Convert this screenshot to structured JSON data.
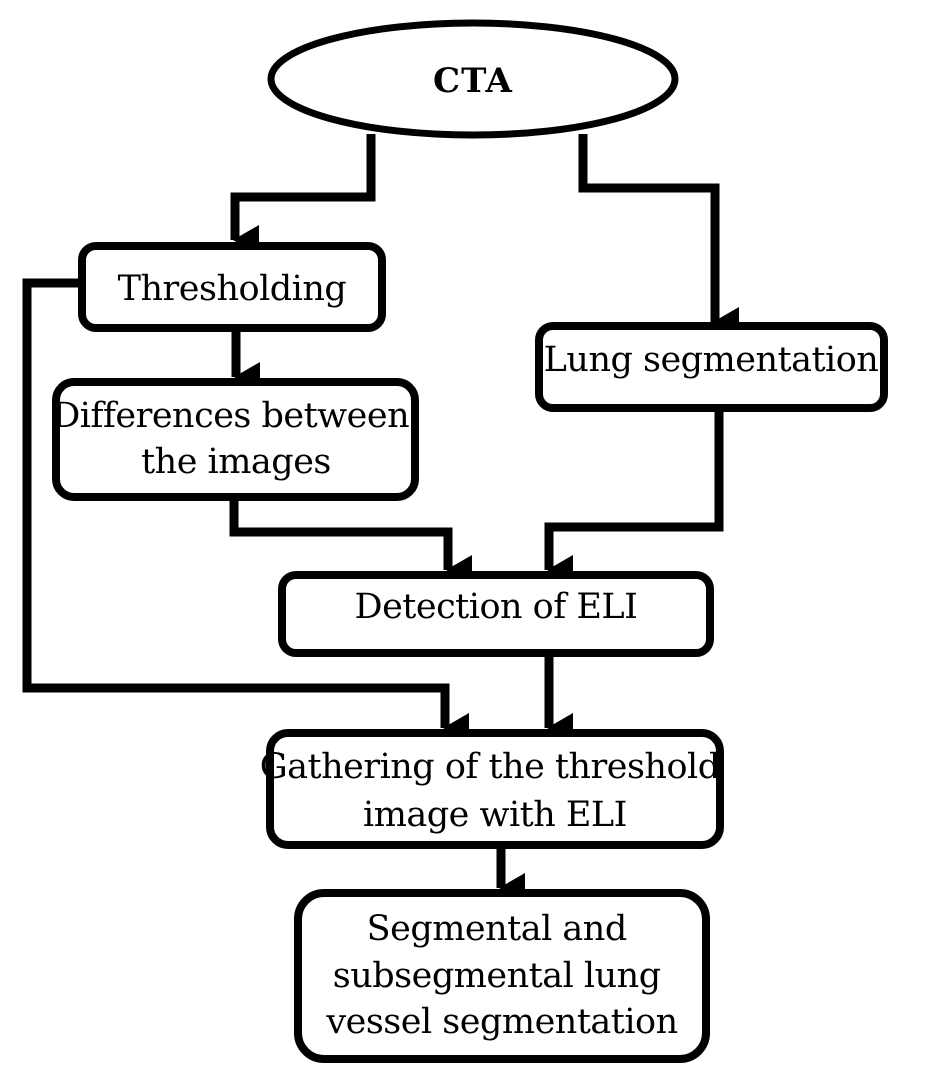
{
  "nodes": {
    "cta": {
      "label": "CTA"
    },
    "thresholding": {
      "label": "Thresholding"
    },
    "differences": {
      "lines": [
        "Differences between",
        "the images"
      ]
    },
    "lung_segmentation": {
      "label": "Lung segmentation"
    },
    "detection": {
      "label": "Detection of ELI"
    },
    "gathering": {
      "lines": [
        "Gathering of the threshold",
        "image with ELI"
      ]
    },
    "segmental": {
      "lines": [
        "Segmental and",
        "subsegmental lung",
        "vessel segmentation"
      ]
    }
  },
  "colors": {
    "stroke": "#000000",
    "fill": "#ffffff"
  }
}
